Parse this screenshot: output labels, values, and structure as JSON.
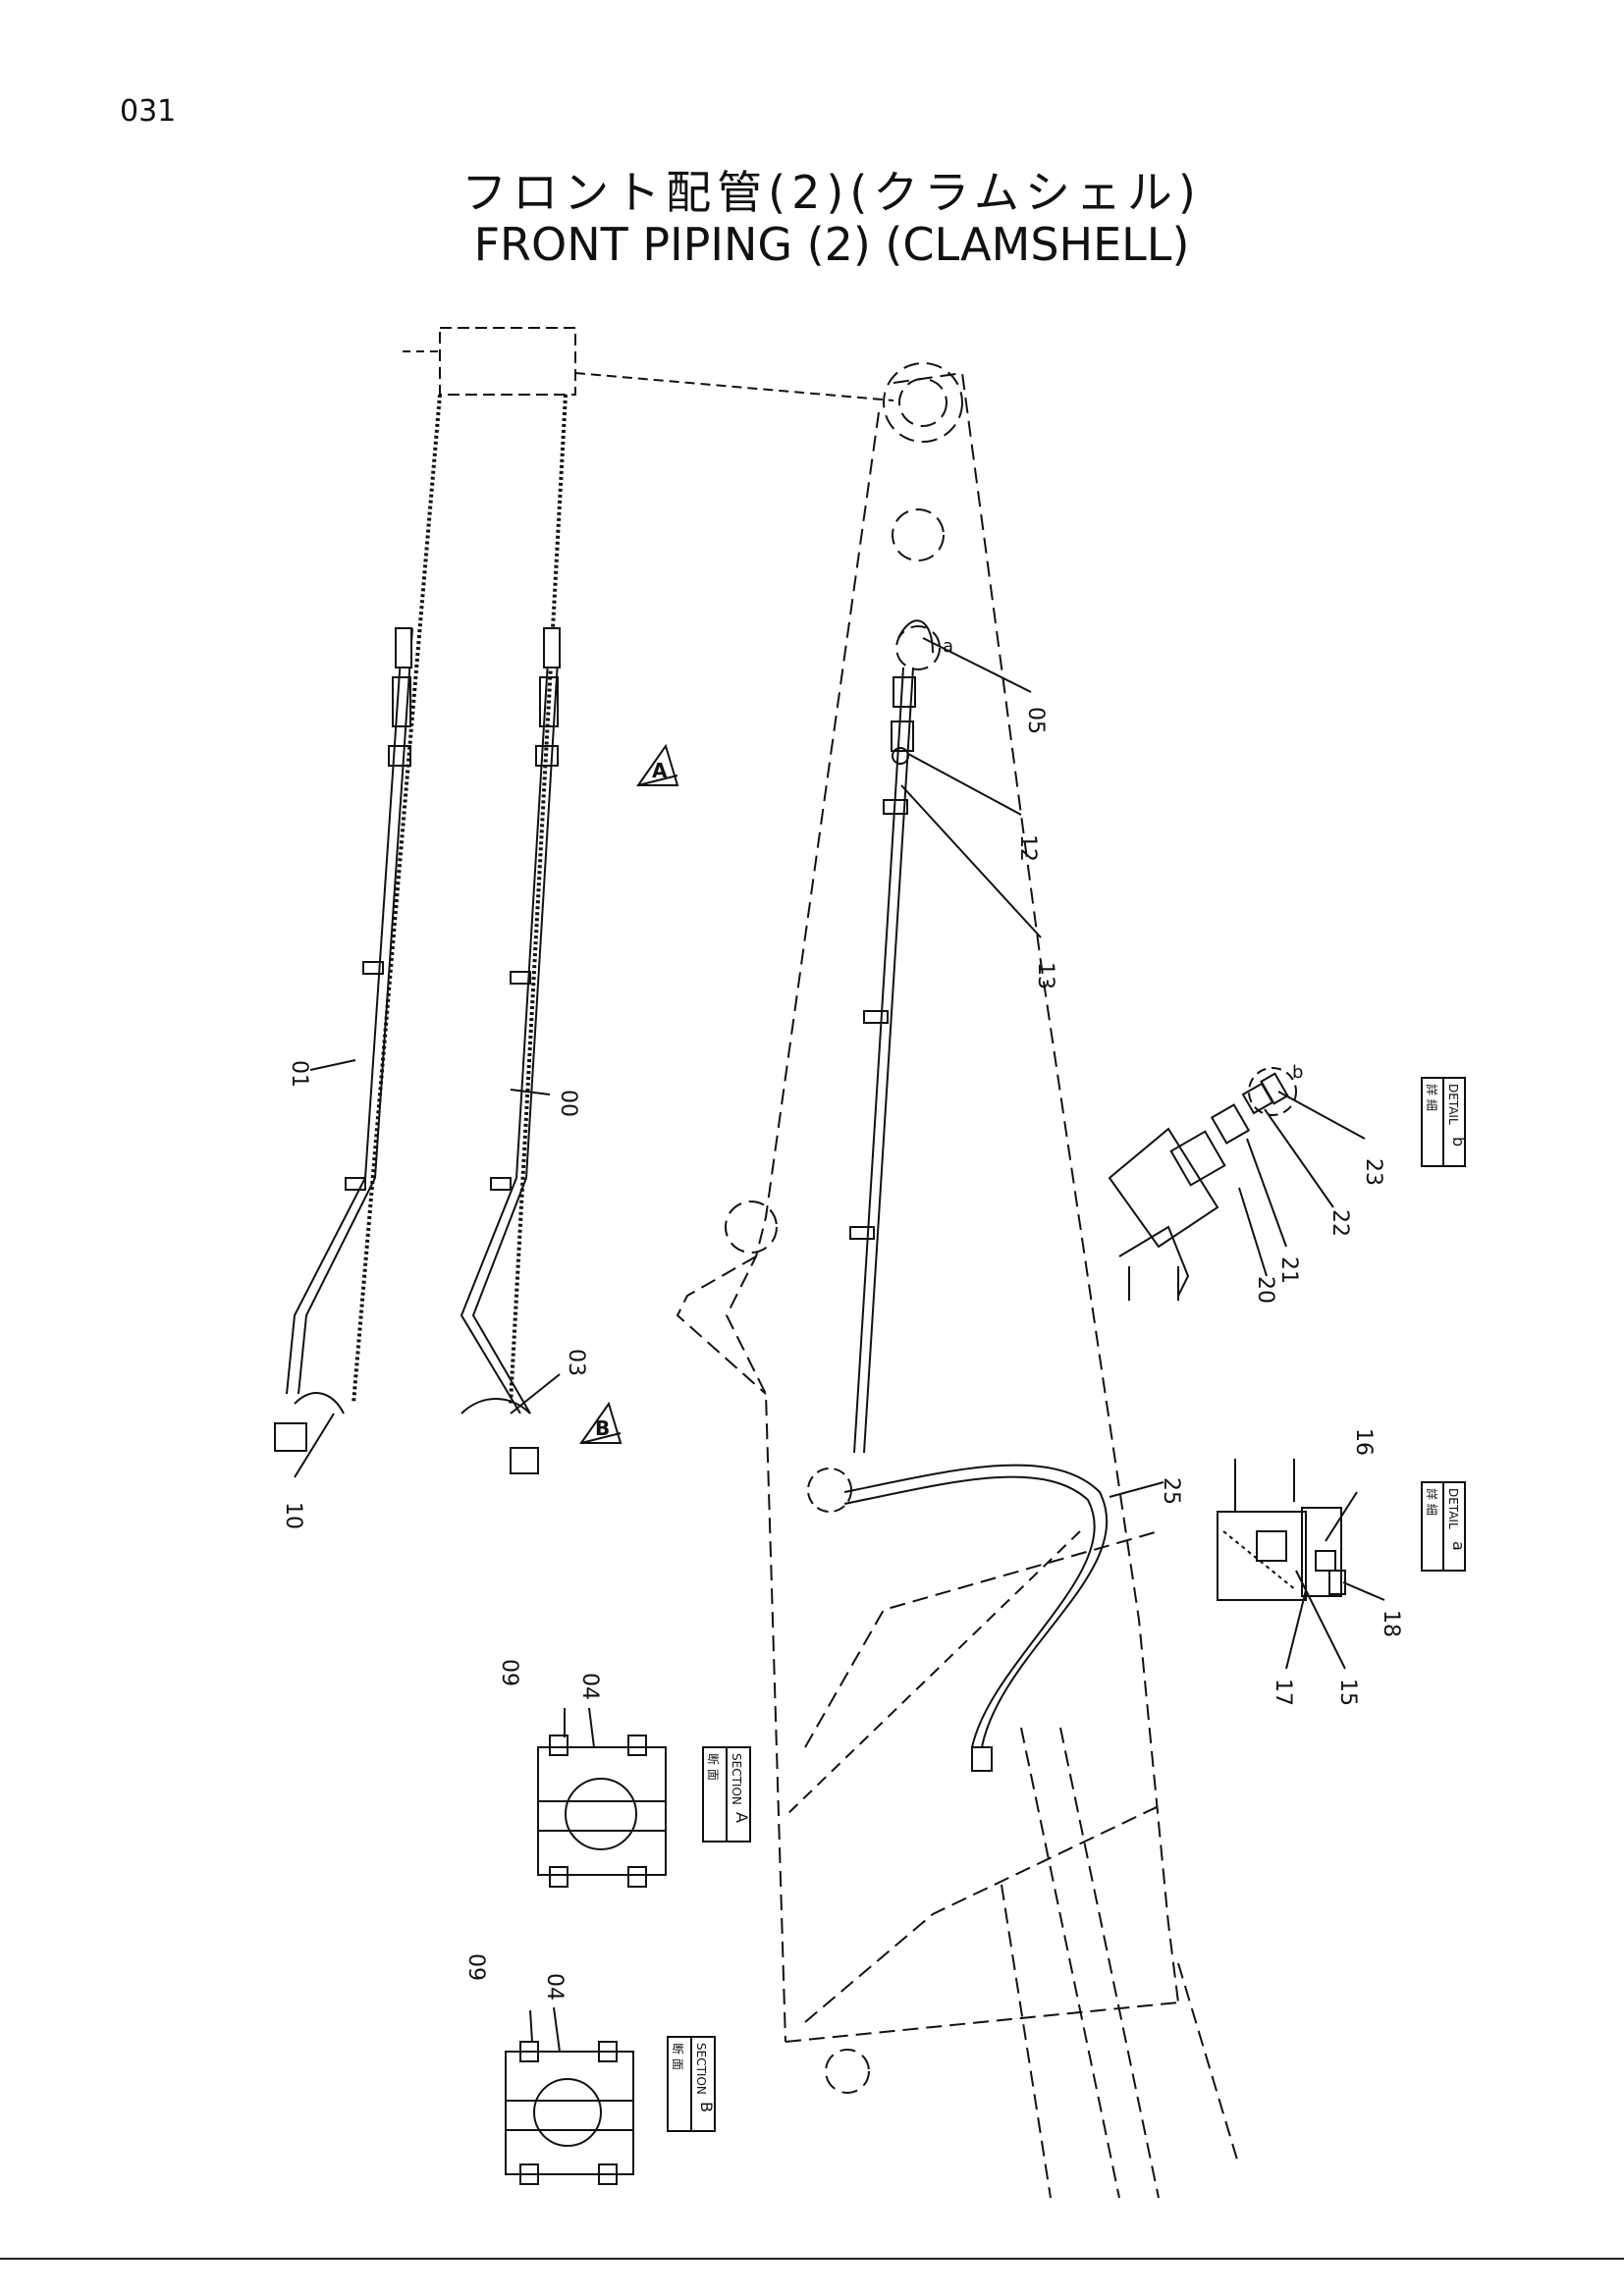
{
  "page_number": "031",
  "title": {
    "japanese": "フロント配管(2)(クラムシェル)",
    "english": "FRONT PIPING (2) (CLAMSHELL)"
  },
  "part_labels": {
    "p00": "00",
    "p01": "01",
    "p03": "03",
    "p04": "04",
    "p05": "05",
    "p09": "09",
    "p10": "10",
    "p12": "12",
    "p13": "13",
    "p15": "15",
    "p16": "16",
    "p17": "17",
    "p18": "18",
    "p20": "20",
    "p21": "21",
    "p22": "22",
    "p23": "23",
    "p25": "25"
  },
  "view_markers": {
    "a": "A",
    "b": "B",
    "a_lower": "a",
    "b_lower": "b"
  },
  "detail_boxes": {
    "section_a": {
      "jp": "断 面",
      "en": "SECTION",
      "letter": "A"
    },
    "section_b": {
      "jp": "断 面",
      "en": "SECTION",
      "letter": "B"
    },
    "detail_a": {
      "jp": "詳 細",
      "en": "DETAIL",
      "letter": "a"
    },
    "detail_b": {
      "jp": "詳 細",
      "en": "DETAIL",
      "letter": "b"
    }
  }
}
